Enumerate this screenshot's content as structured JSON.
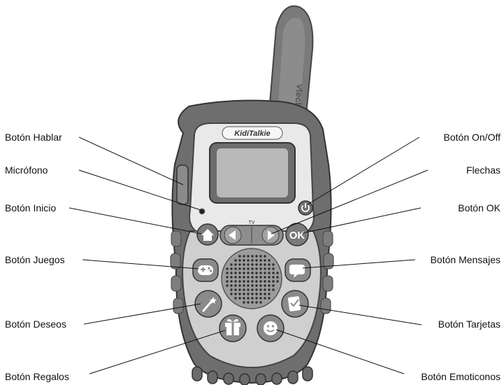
{
  "device": {
    "logo": "KidiTalkie",
    "brand": "vtech",
    "dpad_mark": "TV"
  },
  "labels": {
    "talk_button": "Botón Hablar",
    "microphone": "Micrófono",
    "home_button": "Botón Inicio",
    "games_button": "Botón Juegos",
    "wishes_button": "Botón Deseos",
    "gifts_button": "Botón Regalos",
    "power_button": "Botón On/Off",
    "arrows": "Flechas",
    "ok_button": "Botón OK",
    "messages_button": "Botón Mensajes",
    "cards_button": "Botón Tarjetas",
    "emoticons_button": "Botón Emoticonos"
  },
  "buttons": {
    "ok_label": "OK"
  },
  "colors": {
    "body_dark": "#6e6e6e",
    "body_mid": "#9a9a9a",
    "face_light": "#e9e9e9",
    "button_gray": "#8a8a8a",
    "screen": "#b9b9b9"
  }
}
